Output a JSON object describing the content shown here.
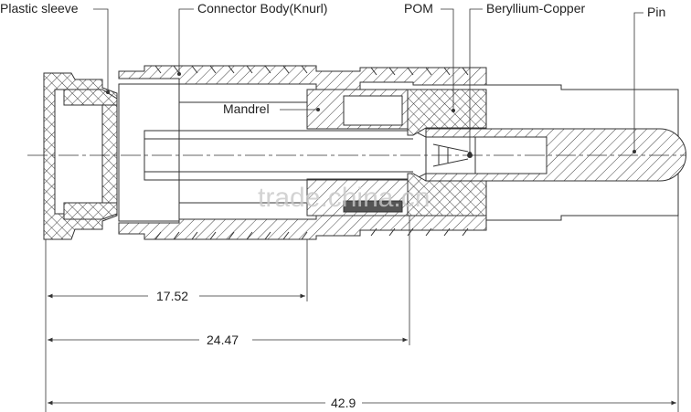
{
  "labels": {
    "plastic_sleeve": "Plastic sleeve",
    "connector_body": "Connector Body(Knurl)",
    "pom": "POM",
    "beryllium_copper": "Beryllium-Copper",
    "pin": "Pin",
    "mandrel": "Mandrel"
  },
  "dimensions": {
    "d1": "17.52",
    "d2": "24.47",
    "d3": "42.9"
  },
  "watermark": "trade.china.cn"
}
